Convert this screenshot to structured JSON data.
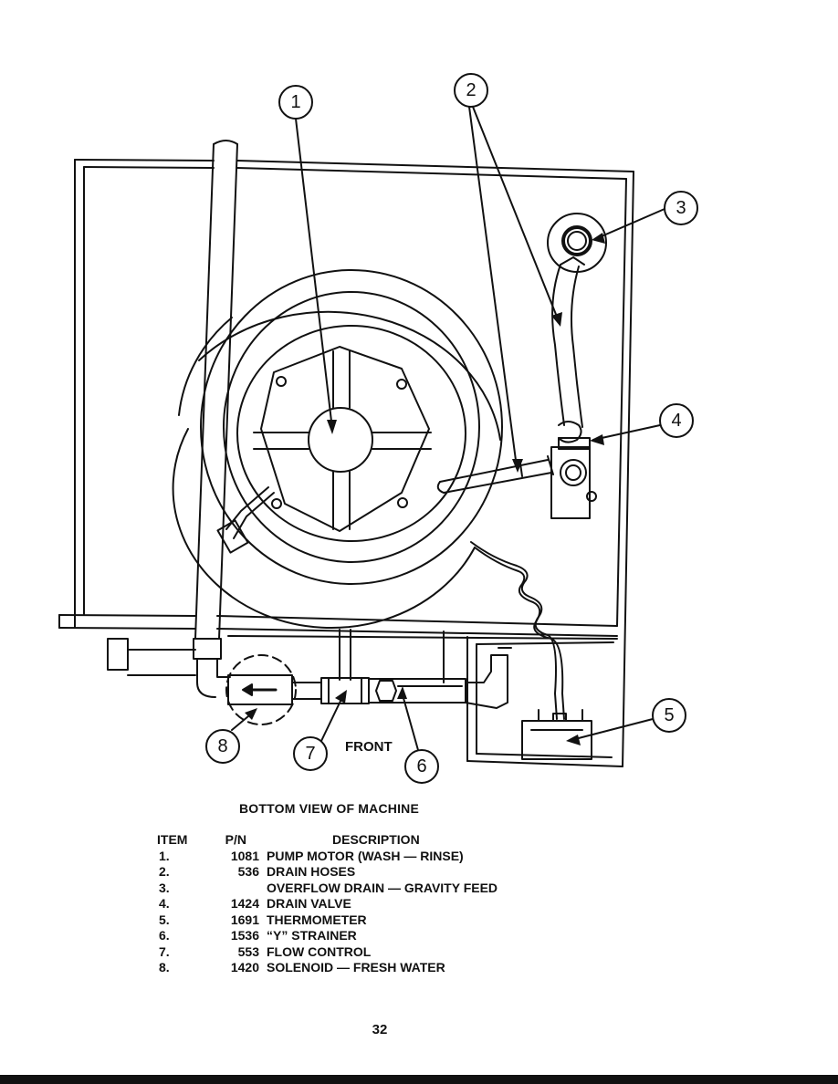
{
  "diagram": {
    "callouts": [
      "1",
      "2",
      "3",
      "4",
      "5",
      "6",
      "7",
      "8"
    ],
    "front_label": "FRONT"
  },
  "caption": "BOTTOM VIEW OF MACHINE",
  "parts_table": {
    "headers": {
      "item": "ITEM",
      "pn": "P/N",
      "description": "DESCRIPTION"
    },
    "rows": [
      {
        "item": "1.",
        "pn": "1081",
        "description": "PUMP MOTOR (WASH — RINSE)"
      },
      {
        "item": "2.",
        "pn": "536",
        "description": "DRAIN HOSES"
      },
      {
        "item": "3.",
        "pn": "",
        "description": "OVERFLOW DRAIN — GRAVITY FEED"
      },
      {
        "item": "4.",
        "pn": "1424",
        "description": "DRAIN VALVE"
      },
      {
        "item": "5.",
        "pn": "1691",
        "description": "THERMOMETER"
      },
      {
        "item": "6.",
        "pn": "1536",
        "description": "“Y” STRAINER"
      },
      {
        "item": "7.",
        "pn": "553",
        "description": "FLOW CONTROL"
      },
      {
        "item": "8.",
        "pn": "1420",
        "description": "SOLENOID — FRESH WATER"
      }
    ]
  },
  "page_number": "32"
}
